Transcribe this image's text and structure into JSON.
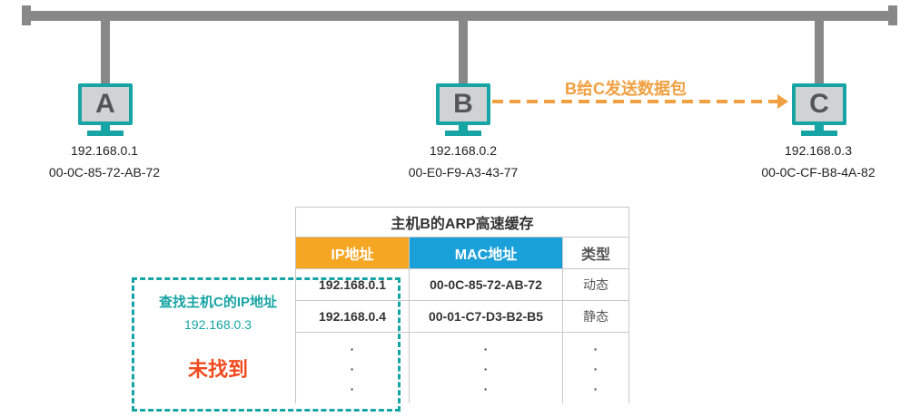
{
  "hosts": [
    {
      "letter": "A",
      "ip": "192.168.0.1",
      "mac": "00-0C-85-72-AB-72"
    },
    {
      "letter": "B",
      "ip": "192.168.0.2",
      "mac": "00-E0-F9-A3-43-77"
    },
    {
      "letter": "C",
      "ip": "192.168.0.3",
      "mac": "00-0C-CF-B8-4A-82"
    }
  ],
  "arrow": {
    "label": "B给C发送数据包"
  },
  "arp_table": {
    "title": "主机B的ARP高速缓存",
    "headers": {
      "ip": "IP地址",
      "mac": "MAC地址",
      "type": "类型"
    },
    "rows": [
      {
        "ip": "192.168.0.1",
        "mac": "00-0C-85-72-AB-72",
        "type": "动态"
      },
      {
        "ip": "192.168.0.4",
        "mac": "00-01-C7-D3-B2-B5",
        "type": "静态"
      }
    ],
    "ellipsis": "·"
  },
  "lookup": {
    "title": "查找主机C的IP地址",
    "ip": "192.168.0.3",
    "result": "未找到"
  },
  "colors": {
    "accent": "#17a4a4",
    "ip_header": "#f5a623",
    "mac_header": "#1aa0d8",
    "arrow": "#f0a040",
    "not_found": "#f04a1e"
  }
}
